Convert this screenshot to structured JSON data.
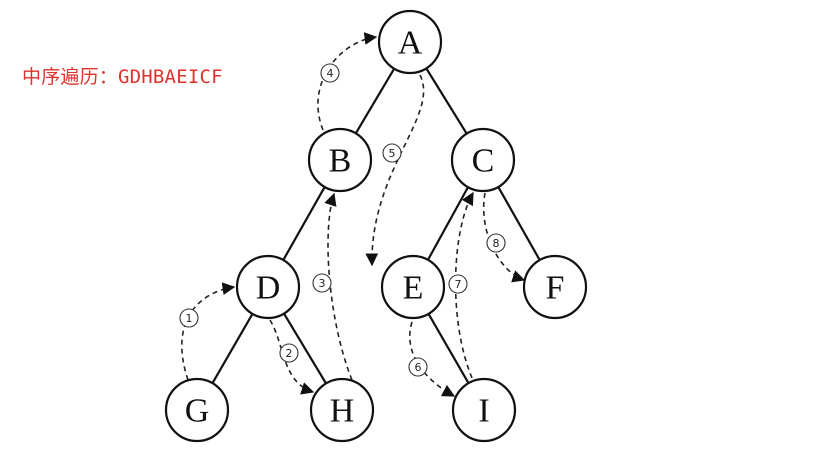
{
  "caption": "中序遍历：GDHBAEICF",
  "tree": {
    "nodes": [
      "A",
      "B",
      "C",
      "D",
      "E",
      "F",
      "G",
      "H",
      "I"
    ],
    "edges": [
      [
        "A",
        "B"
      ],
      [
        "A",
        "C"
      ],
      [
        "B",
        "D"
      ],
      [
        "C",
        "E"
      ],
      [
        "C",
        "F"
      ],
      [
        "D",
        "G"
      ],
      [
        "D",
        "H"
      ],
      [
        "E",
        "I"
      ]
    ]
  },
  "traversal": [
    {
      "step": "1",
      "from": "G",
      "to": "D"
    },
    {
      "step": "2",
      "from": "D",
      "to": "H"
    },
    {
      "step": "3",
      "from": "H",
      "to": "B"
    },
    {
      "step": "4",
      "from": "B",
      "to": "A"
    },
    {
      "step": "5",
      "from": "A",
      "to": "E"
    },
    {
      "step": "6",
      "from": "E",
      "to": "I"
    },
    {
      "step": "7",
      "from": "I",
      "to": "C"
    },
    {
      "step": "8",
      "from": "C",
      "to": "F"
    }
  ]
}
